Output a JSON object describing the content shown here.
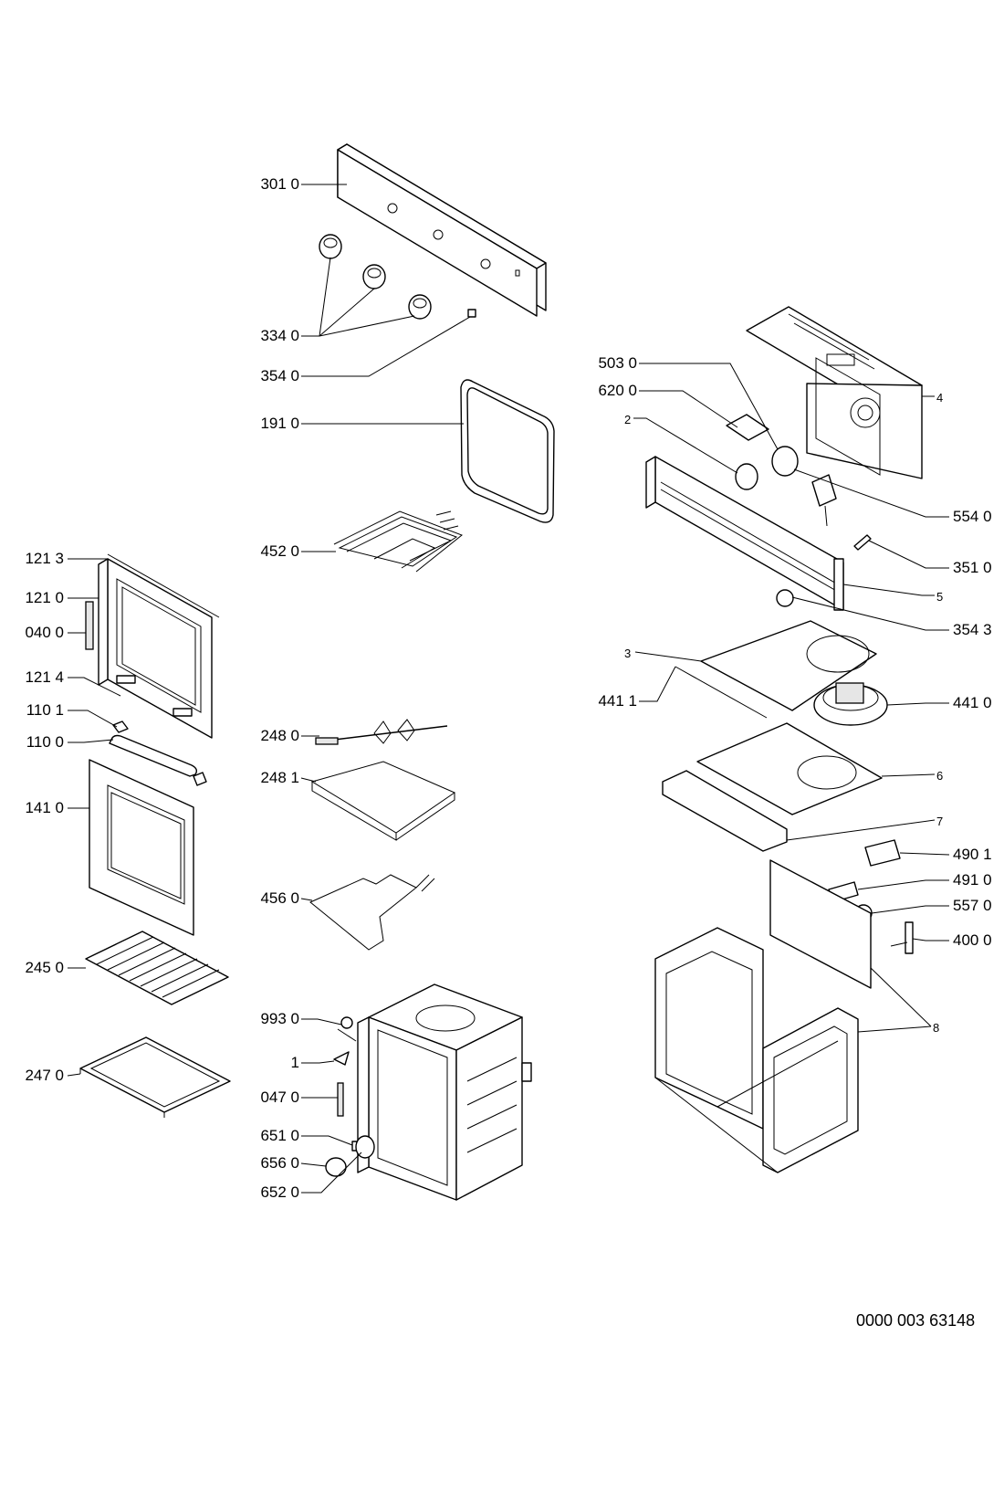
{
  "diagram": {
    "document_number": "0000 003 63148",
    "callouts": {
      "c3010": "301 0",
      "c3340": "334 0",
      "c3540": "354 0",
      "c1910": "191 0",
      "c4520": "452 0",
      "c1213": "121 3",
      "c1210": "121 0",
      "c0400": "040 0",
      "c1214": "121 4",
      "c1101": "110 1",
      "c1100": "110 0",
      "c1410": "141 0",
      "c2450": "245 0",
      "c2470": "247 0",
      "c2480": "248 0",
      "c2481": "248 1",
      "c4560": "456 0",
      "c9930": "993 0",
      "c1": "1",
      "c0470": "047 0",
      "c6510": "651 0",
      "c6560": "656 0",
      "c6520": "652 0",
      "c5030": "503 0",
      "c6200": "620 0",
      "c2": "2",
      "c4": "4",
      "c5540": "554 0",
      "c3510": "351 0",
      "c5": "5",
      "c3543": "354 3",
      "c3": "3",
      "c4411": "441 1",
      "c4410": "441 0",
      "c6": "6",
      "c7": "7",
      "c4901": "490 1",
      "c4910": "491 0",
      "c5570": "557 0",
      "c4000": "400 0",
      "c8": "8"
    }
  }
}
